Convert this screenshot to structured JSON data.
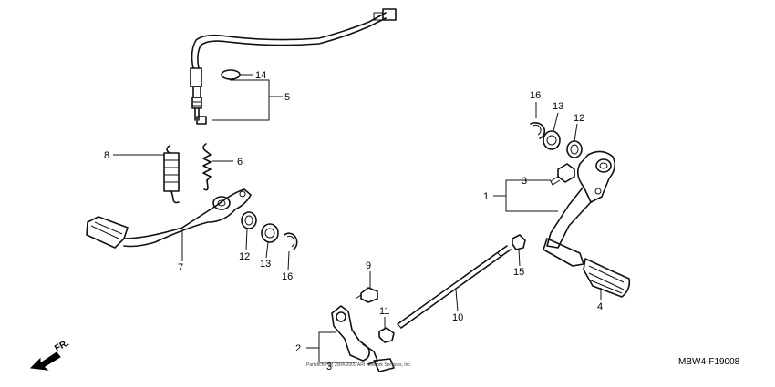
{
  "diagram_code": "MBW4-F19008",
  "direction_label": "FR.",
  "copyright": "Partsfiche (c) 2004-2009 ARI Network Services, Inc.",
  "callouts": [
    {
      "id": "c1",
      "label": "1"
    },
    {
      "id": "c2",
      "label": "2"
    },
    {
      "id": "c3a",
      "label": "3"
    },
    {
      "id": "c3b",
      "label": "3"
    },
    {
      "id": "c4",
      "label": "4"
    },
    {
      "id": "c5",
      "label": "5"
    },
    {
      "id": "c6",
      "label": "6"
    },
    {
      "id": "c7",
      "label": "7"
    },
    {
      "id": "c8",
      "label": "8"
    },
    {
      "id": "c9",
      "label": "9"
    },
    {
      "id": "c10",
      "label": "10"
    },
    {
      "id": "c11",
      "label": "11"
    },
    {
      "id": "c12a",
      "label": "12"
    },
    {
      "id": "c12b",
      "label": "12"
    },
    {
      "id": "c13a",
      "label": "13"
    },
    {
      "id": "c13b",
      "label": "13"
    },
    {
      "id": "c14",
      "label": "14"
    },
    {
      "id": "c15",
      "label": "15"
    },
    {
      "id": "c16a",
      "label": "16"
    },
    {
      "id": "c16b",
      "label": "16"
    }
  ]
}
